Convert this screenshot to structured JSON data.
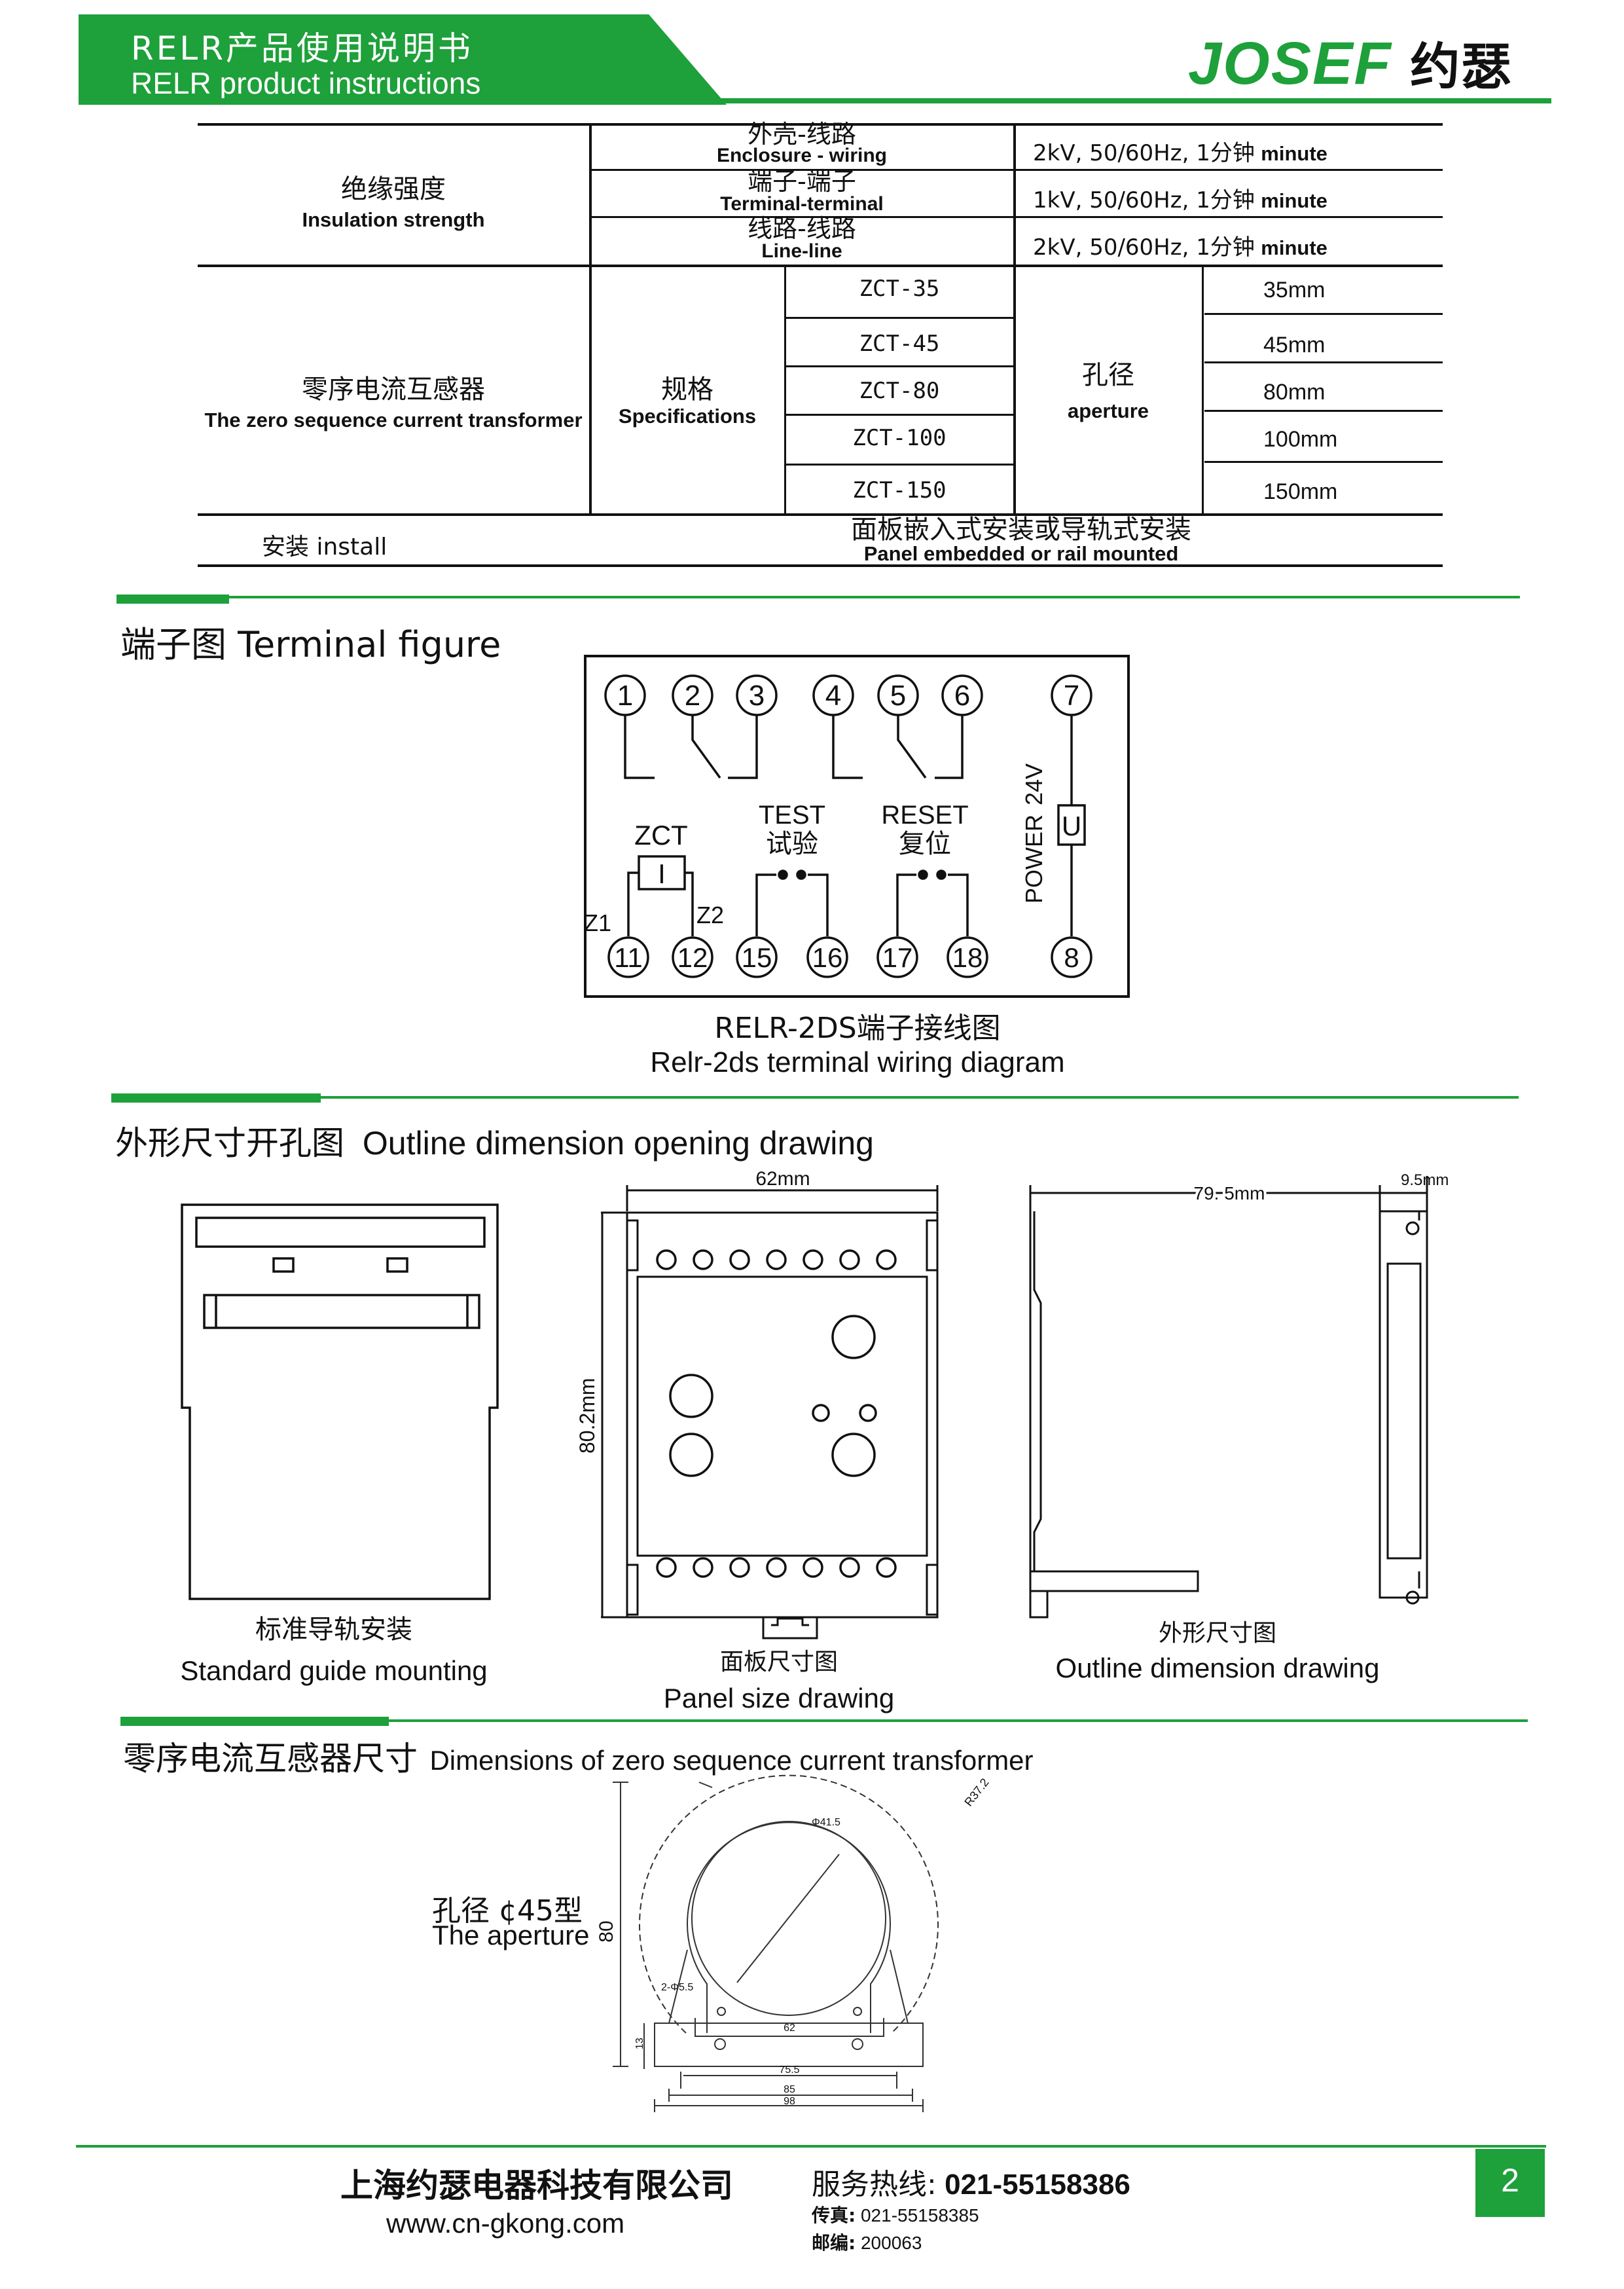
{
  "header": {
    "title_cn": "RELR产品使用说明书",
    "title_en": "RELR product instructions",
    "brand_latin": "JOSEF",
    "brand_cn": "约瑟"
  },
  "spec_table": {
    "insulation": {
      "label_cn": "绝缘强度",
      "label_en": "Insulation strength",
      "rows": [
        {
          "item_cn": "外壳-线路",
          "item_en": "Enclosure - wiring",
          "value": "2kV, 50/60Hz, 1分钟",
          "unit": "minute"
        },
        {
          "item_cn": "端子-端子",
          "item_en": "Terminal-terminal",
          "value": "1kV, 50/60Hz, 1分钟",
          "unit": "minute"
        },
        {
          "item_cn": "线路-线路",
          "item_en": "Line-line",
          "value": "2kV, 50/60Hz, 1分钟",
          "unit": "minute"
        }
      ]
    },
    "ct": {
      "label_cn": "零序电流互感器",
      "label_en": "The zero sequence current transformer",
      "spec_cn": "规格",
      "spec_en": "Specifications",
      "models": [
        "ZCT-35",
        "ZCT-45",
        "ZCT-80",
        "ZCT-100",
        "ZCT-150"
      ],
      "aperture_cn": "孔径",
      "aperture_en": "aperture",
      "sizes": [
        "35mm",
        "45mm",
        "80mm",
        "100mm",
        "150mm"
      ]
    },
    "install": {
      "label": "安装 install",
      "value_cn": "面板嵌入式安装或导轨式安装",
      "value_en": "Panel embedded or rail mounted"
    }
  },
  "terminal_section": {
    "heading": "端子图 Terminal figure",
    "top_terminals": [
      "1",
      "2",
      "3",
      "4",
      "5",
      "6",
      "7"
    ],
    "bottom_terminals": [
      "11",
      "12",
      "15",
      "16",
      "17",
      "18",
      "8"
    ],
    "zct_label": "ZCT",
    "zct_box": "I",
    "z1": "Z1",
    "z2": "Z2",
    "test_en": "TEST",
    "test_cn": "试验",
    "reset_en": "RESET",
    "reset_cn": "复位",
    "power_label": "POWER",
    "power_voltage": "24V",
    "power_box": "U",
    "caption_cn": "RELR-2DS端子接线图",
    "caption_en": "Relr-2ds terminal wiring diagram"
  },
  "outline_section": {
    "heading_cn": "外形尺寸开孔图",
    "heading_en": "Outline dimension opening drawing",
    "guide_cn": "标准导轨安装",
    "guide_en": "Standard guide mounting",
    "panel_width": "62mm",
    "panel_height": "80.2mm",
    "panel_cn": "面板尺寸图",
    "panel_en": "Panel size drawing",
    "side_depth": "79. 5mm",
    "side_offset": "9.5mm",
    "side_cn": "外形尺寸图",
    "side_en": "Outline dimension drawing"
  },
  "ct_section": {
    "heading_cn": "零序电流互感器尺寸",
    "heading_en": "Dimensions of zero sequence current transformer",
    "aperture_cn": "孔径 ¢45型",
    "aperture_en": "The aperture",
    "dim_height": "80",
    "dim_radius": "R37.2",
    "dim_hole": "Φ41.5",
    "dim_mount_hole": "2-Φ5.5",
    "dim_base_h": "13",
    "dim_62": "62",
    "dim_75": "75.5",
    "dim_85": "85",
    "dim_98": "98"
  },
  "footer": {
    "company": "上海约瑟电器科技有限公司",
    "website": "www.cn-gkong.com",
    "hotline_label": "服务热线:",
    "hotline": "021-55158386",
    "fax_label": "传真:",
    "fax": "021-55158385",
    "postcode_label": "邮编:",
    "postcode": "200063",
    "page_number": "2"
  },
  "colors": {
    "brand_green": "#1ea03a"
  }
}
